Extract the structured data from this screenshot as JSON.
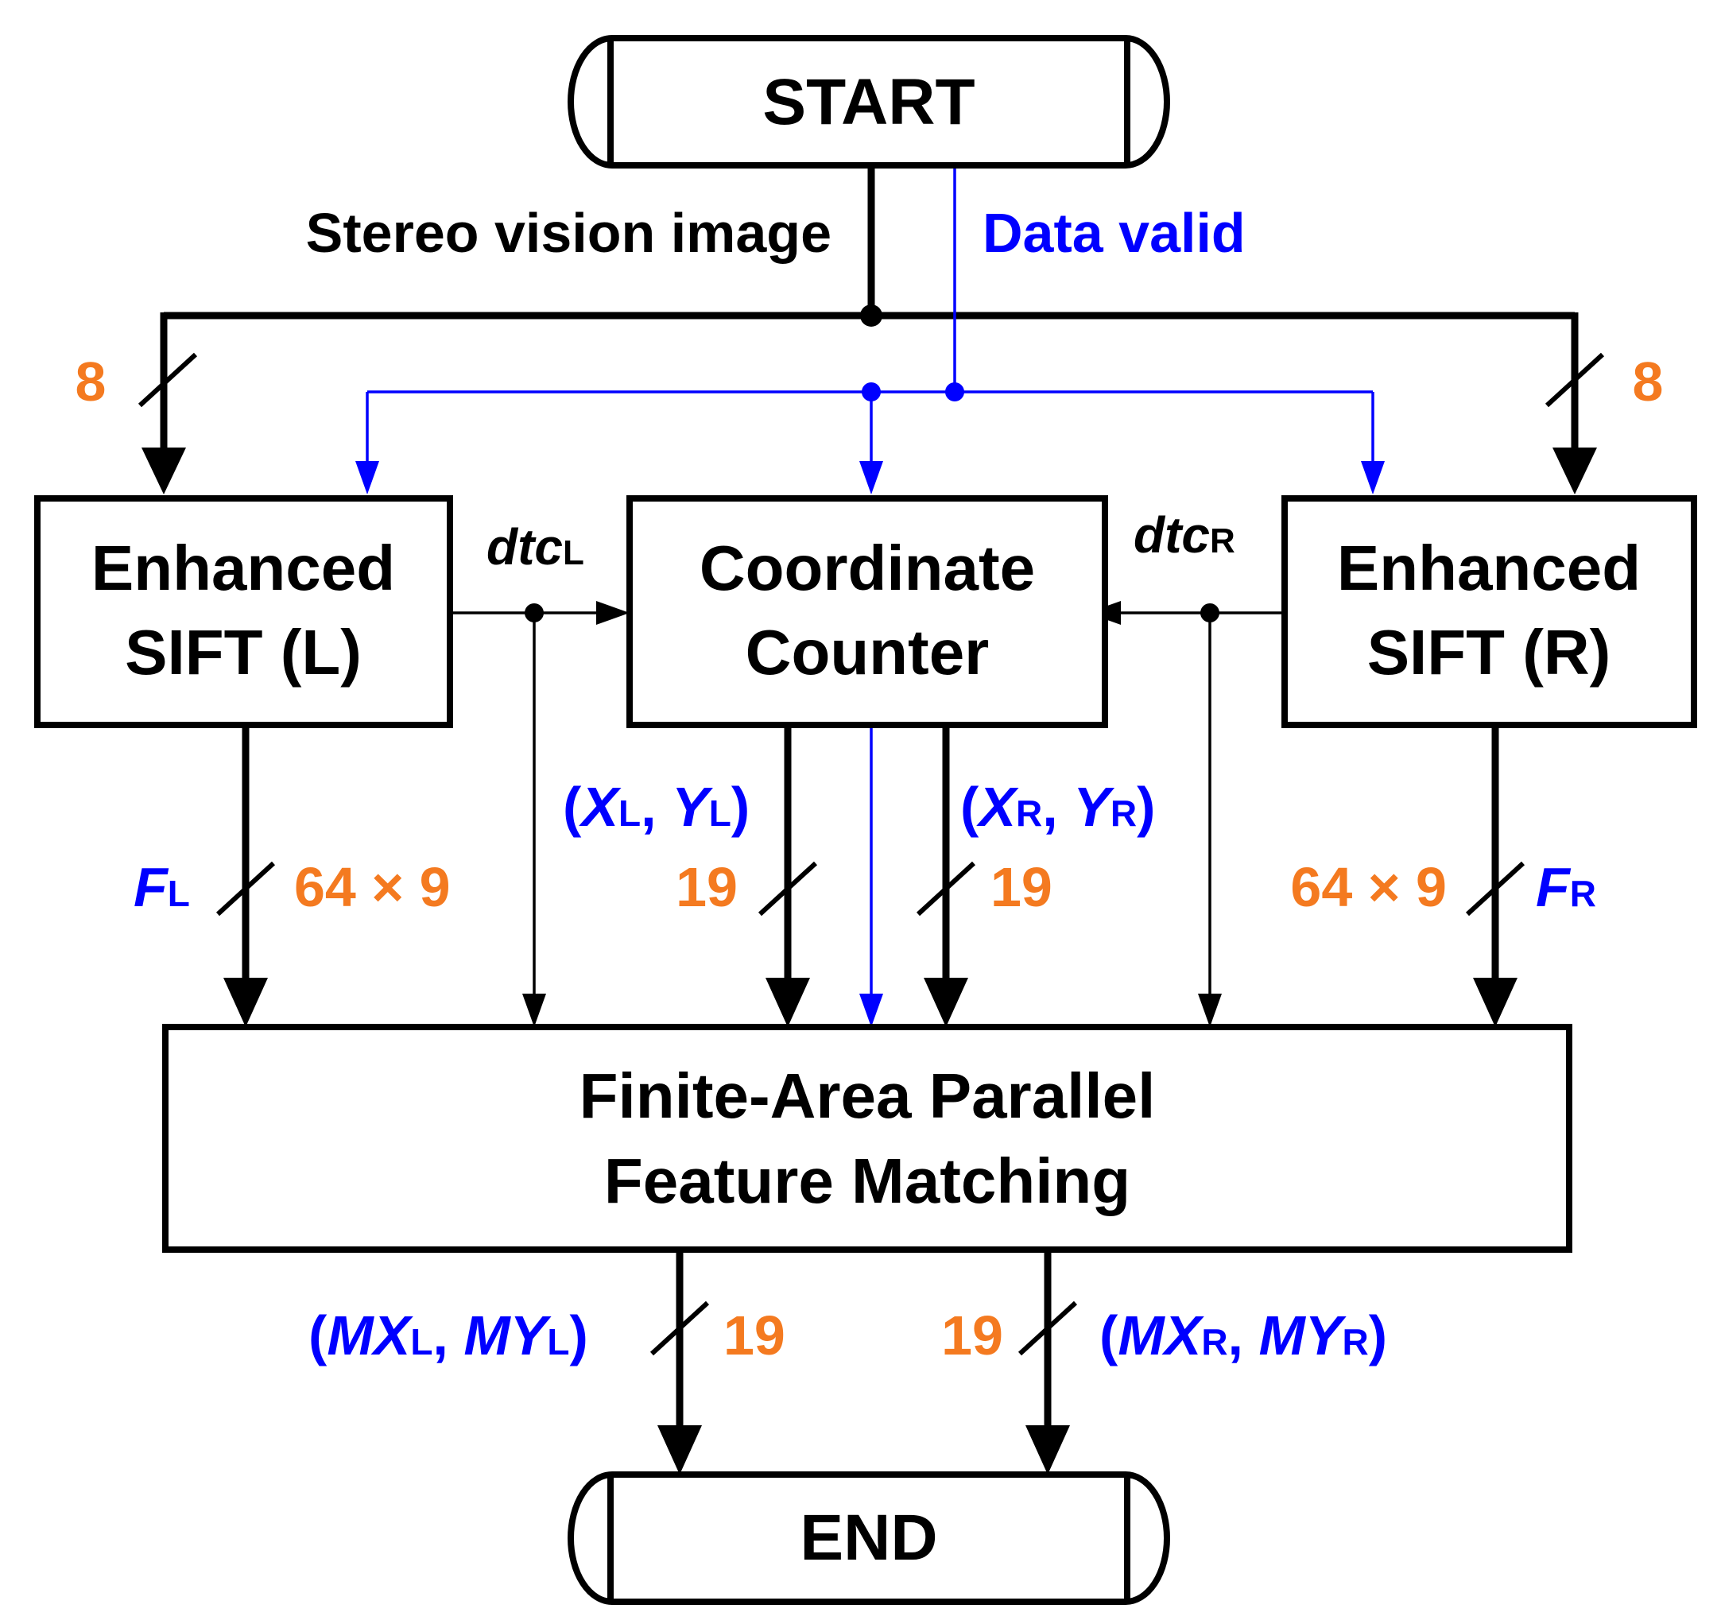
{
  "colors": {
    "black": "#000000",
    "blue": "#0000ff",
    "orange": "#f47a20"
  },
  "nodes": {
    "start": "START",
    "end": "END",
    "sift_left": [
      "Enhanced",
      "SIFT (L)"
    ],
    "coordinate_counter": [
      "Coordinate",
      "Counter"
    ],
    "sift_right": [
      "Enhanced",
      "SIFT (R)"
    ],
    "matching": [
      "Finite-Area Parallel",
      "Feature Matching"
    ]
  },
  "labels": {
    "stereo_image": "Stereo vision image",
    "data_valid": "Data valid",
    "width_8_left": "8",
    "width_8_right": "8",
    "dtc_left": {
      "main": "dtc",
      "sub": "L"
    },
    "dtc_right": {
      "main": "dtc",
      "sub": "R"
    },
    "feature_left": {
      "main": "F",
      "sub": "L"
    },
    "feature_right": {
      "main": "F",
      "sub": "R"
    },
    "width_feature_left": "64 × 9",
    "width_feature_right": "64 × 9",
    "coord_left": {
      "open": "(",
      "x": "X",
      "xsub": "L",
      "sep": ", ",
      "y": "Y",
      "ysub": "L",
      "close": ")"
    },
    "coord_right": {
      "open": "(",
      "x": "X",
      "xsub": "R",
      "sep": ", ",
      "y": "Y",
      "ysub": "R",
      "close": ")"
    },
    "width_coord_left": "19",
    "width_coord_right": "19",
    "match_left": {
      "open": "(",
      "x": "MX",
      "xsub": "L",
      "sep": ", ",
      "y": "MY",
      "ysub": "L",
      "close": ")"
    },
    "match_right": {
      "open": "(",
      "x": "MX",
      "xsub": "R",
      "sep": ", ",
      "y": "MY",
      "ysub": "R",
      "close": ")"
    },
    "width_match_left": "19",
    "width_match_right": "19"
  }
}
